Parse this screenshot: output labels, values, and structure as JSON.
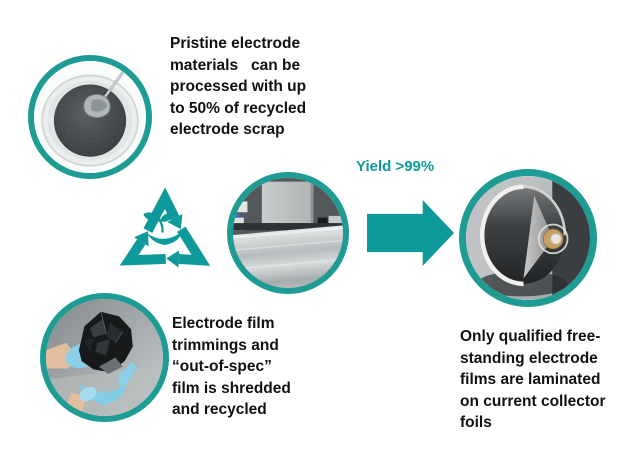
{
  "colors": {
    "background": "#ffffff",
    "accent": "#0e9a9a",
    "ring": "#1e9b92",
    "text": "#111111"
  },
  "diagram": {
    "top_caption": "Pristine electrode\nmaterials   can be\nprocessed with up\nto 50% of recycled\nelectrode scrap",
    "yield_label": "Yield >99%",
    "bottom_left_caption": "Electrode film\ntrimmings and\n“out-of-spec”\nfilm is shredded\nand recycled",
    "bottom_right_caption": "Only qualified free-\nstanding electrode\nfilms are laminated\non current collector\nfoils"
  }
}
